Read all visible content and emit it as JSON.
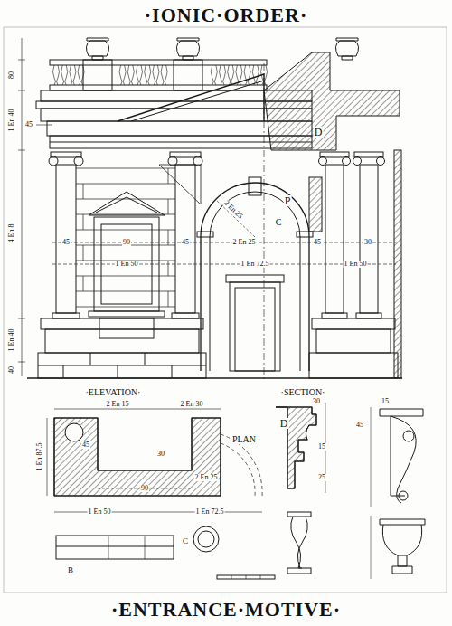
{
  "diagram": {
    "title": "·IONIC·ORDER·",
    "caption": "·ENTRANCE·MOTIVE·",
    "labels": [
      "80",
      "1 En 40",
      "4 En 8",
      "1 En 40",
      "40",
      "45",
      "45",
      "90",
      "45",
      "2 En 25",
      "45",
      "30",
      "1 En 50",
      "1 En 72.5",
      "1 En 50",
      "2 En 25",
      "P",
      "D",
      "C",
      "·ELEVATION·",
      "·SECTION·",
      "2 En 15",
      "2 En 30",
      "1 En 87.5",
      "PLAN",
      "45",
      "30",
      "2 En 25",
      "1 En 50",
      "1 En 72.5",
      "90",
      "B",
      "C",
      "D",
      "30",
      "15",
      "25",
      "45",
      "15"
    ]
  }
}
